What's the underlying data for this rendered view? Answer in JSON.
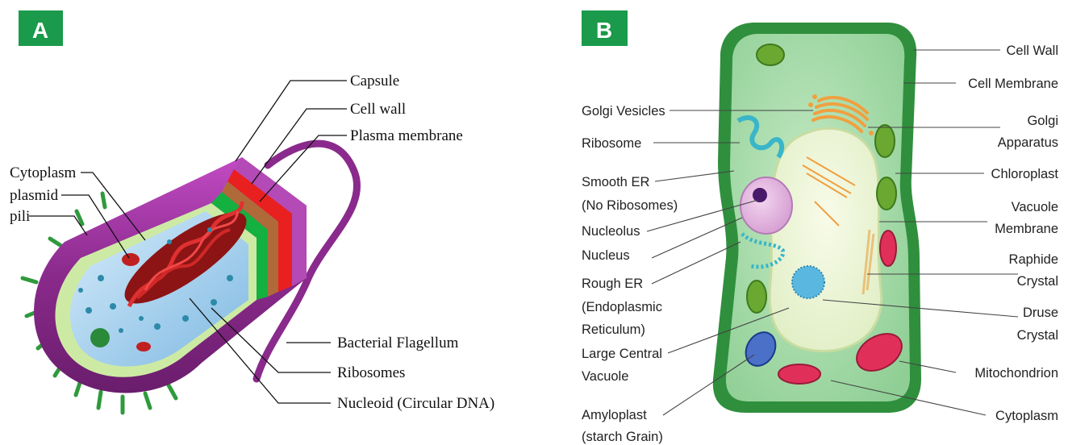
{
  "colors": {
    "badge": "#1a9a4a",
    "capsule": "#8a2a8c",
    "cell_wall_band": "#e82020",
    "plasma_membrane_band": "#14b040",
    "cytoplasm_blue": "#a9d3ef",
    "dna_red": "#b51f1f",
    "plant_wall": "#2f8f3d",
    "plant_cytoplasm": "#a9dcae",
    "vacuole": "#eef6d8",
    "mitochondrion": "#e0305a",
    "golgi": "#f0a040"
  },
  "panel_a": {
    "badge": "A",
    "labels": {
      "capsule": "Capsule",
      "cell_wall": "Cell wall",
      "plasma_membrane": "Plasma membrane",
      "cytoplasm": "Cytoplasm",
      "plasmid": "plasmid",
      "pili": "pili",
      "flagellum": "Bacterial Flagellum",
      "ribosomes": "Ribosomes",
      "nucleoid": "Nucleoid (Circular DNA)"
    }
  },
  "panel_b": {
    "badge": "B",
    "labels": {
      "golgi_vesicles": "Golgi Vesicles",
      "ribosome": "Ribosome",
      "smooth_er_1": "Smooth ER",
      "smooth_er_2": "(No Ribosomes)",
      "nucleolus": "Nucleolus",
      "nucleus": "Nucleus",
      "rough_er_1": "Rough ER",
      "rough_er_2": "(Endoplasmic",
      "rough_er_3": "Reticulum)",
      "large_vacuole_1": "Large Central",
      "large_vacuole_2": "Vacuole",
      "amyloplast_1": "Amyloplast",
      "amyloplast_2": "(starch Grain)",
      "cell_wall": "Cell Wall",
      "cell_membrane": "Cell Membrane",
      "golgi_1": "Golgi",
      "golgi_2": "Apparatus",
      "chloroplast": "Chloroplast",
      "vacuole_membrane_1": "Vacuole",
      "vacuole_membrane_2": "Membrane",
      "raphide_1": "Raphide",
      "raphide_2": "Crystal",
      "druse_1": "Druse",
      "druse_2": "Crystal",
      "mitochondrion": "Mitochondrion",
      "cytoplasm": "Cytoplasm"
    }
  }
}
